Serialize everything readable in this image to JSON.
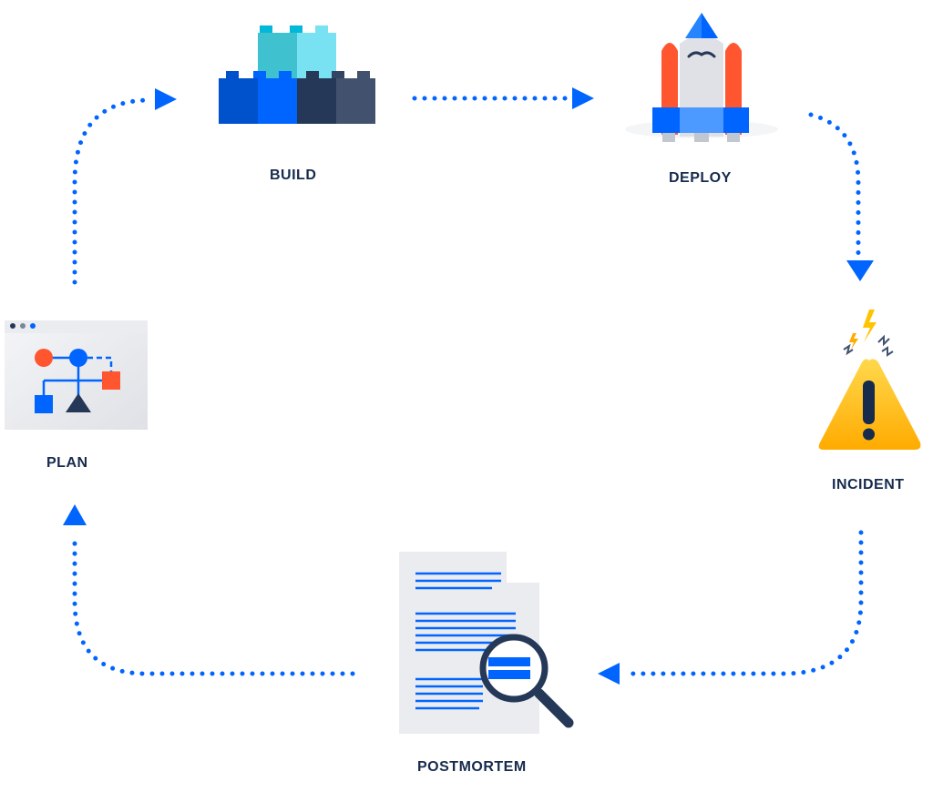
{
  "stages": {
    "plan": {
      "label": "PLAN"
    },
    "build": {
      "label": "BUILD"
    },
    "deploy": {
      "label": "DEPLOY"
    },
    "incident": {
      "label": "INCIDENT"
    },
    "postmortem": {
      "label": "POSTMORTEM"
    }
  },
  "colors": {
    "arrow": "#0065ff",
    "text": "#172b4d",
    "red": "#ff5630",
    "yellow": "#ffc400",
    "teal": "#3fc1d0",
    "navy": "#253858"
  },
  "icons": {
    "plan": "flowchart-window-icon",
    "build": "building-blocks-icon",
    "deploy": "rocket-icon",
    "incident": "warning-triangle-icon",
    "postmortem": "document-magnifier-icon"
  }
}
